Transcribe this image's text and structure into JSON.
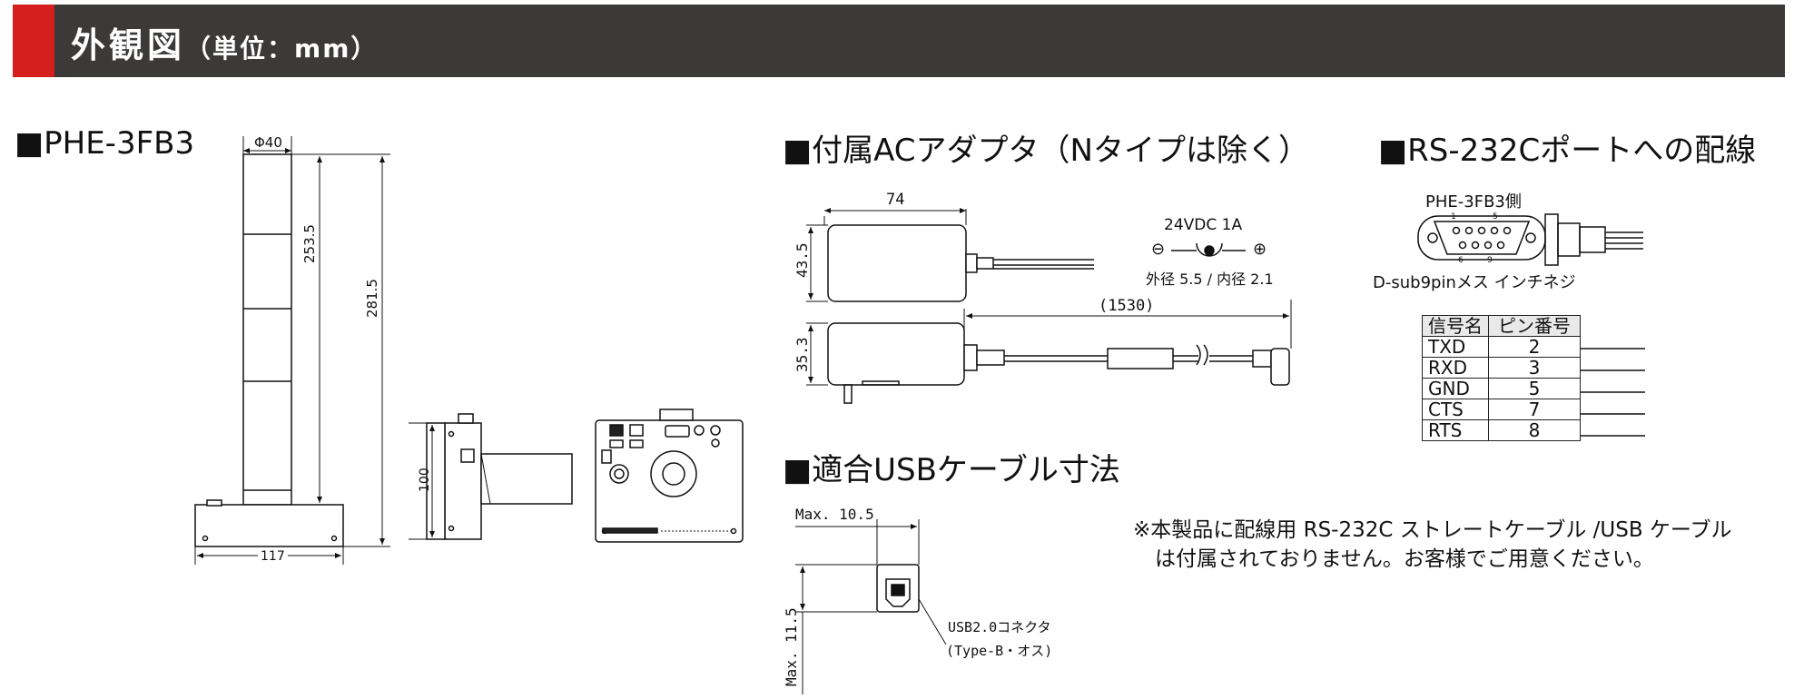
{
  "header": {
    "title": "外観図",
    "unit": "（単位：mm）"
  },
  "phe": {
    "title": "■PHE-3FB3",
    "dim_diameter": "Φ40",
    "dim_253": "253.5",
    "dim_281": "281.5",
    "dim_117": "117",
    "dim_100": "100"
  },
  "adapter": {
    "title": "■付属ACアダプタ（Nタイプは除く）",
    "dim_74": "74",
    "dim_43": "43.5",
    "dim_35": "35.3",
    "dim_1530": "(1530)",
    "output_label": "24VDC  1A",
    "polarity_minus": "⊖",
    "polarity_plus": "⊕",
    "plug_size": "外径 5.5 / 内径 2.1"
  },
  "usb": {
    "title": "■適合USBケーブル寸法",
    "dim_width": "Max. 10.5",
    "dim_height": "Max. 11.5",
    "connector_line1": "USB2.0コネクタ",
    "connector_line2": "(Type-B・オス)"
  },
  "rs232": {
    "title": "■RS-232Cポートへの配線",
    "side_label": "PHE-3FB3側",
    "pin1": "1",
    "pin5": "5",
    "pin6": "6",
    "pin9": "9",
    "connector_label": "D-sub9pinメス インチネジ",
    "table_headers": [
      "信号名",
      "ピン番号"
    ],
    "rows": [
      {
        "signal": "TXD",
        "pin": "2"
      },
      {
        "signal": "RXD",
        "pin": "3"
      },
      {
        "signal": "GND",
        "pin": "5"
      },
      {
        "signal": "CTS",
        "pin": "7"
      },
      {
        "signal": "RTS",
        "pin": "8"
      }
    ]
  },
  "note": {
    "line1": "※本製品に配線用 RS-232C ストレートケーブル /USB ケーブル",
    "line2": "は付属されておりません。お客様でご用意ください。"
  }
}
